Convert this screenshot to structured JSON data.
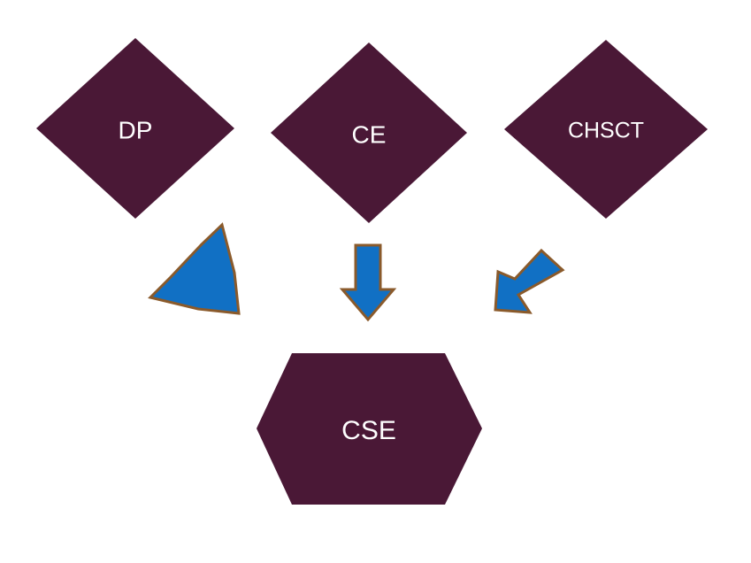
{
  "colors": {
    "shape_fill": "#4a1836",
    "shape_text": "#ffffff",
    "arrow_fill": "#1170c4",
    "arrow_stroke": "#8a5a2b",
    "background": "#ffffff"
  },
  "nodes": [
    {
      "id": "dp",
      "label": "DP",
      "shape": "diamond"
    },
    {
      "id": "ce",
      "label": "CE",
      "shape": "diamond"
    },
    {
      "id": "chsct",
      "label": "CHSCT",
      "shape": "diamond"
    },
    {
      "id": "cse",
      "label": "CSE",
      "shape": "hexagon"
    }
  ],
  "edges": [
    {
      "from": "dp",
      "to": "cse",
      "icon": "arrow-down-right-icon"
    },
    {
      "from": "ce",
      "to": "cse",
      "icon": "arrow-down-icon"
    },
    {
      "from": "chsct",
      "to": "cse",
      "icon": "arrow-down-left-icon"
    }
  ]
}
